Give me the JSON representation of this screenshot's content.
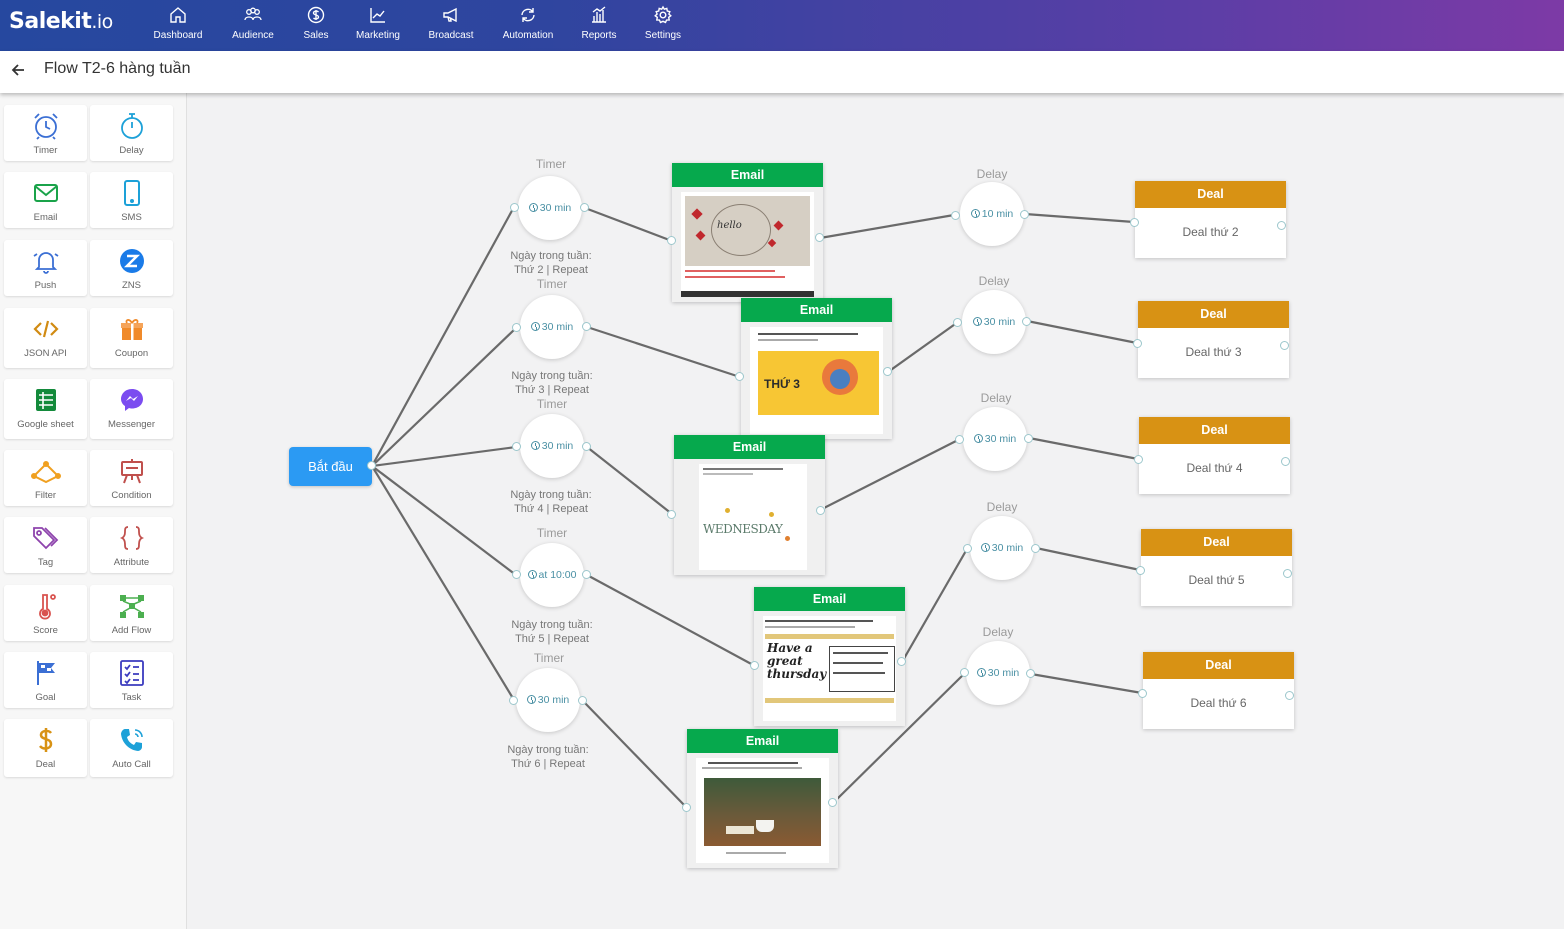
{
  "brand": {
    "name": "Salekit",
    "tld": ".io"
  },
  "nav": [
    {
      "label": "Dashboard",
      "icon": "home-icon"
    },
    {
      "label": "Audience",
      "icon": "users-icon"
    },
    {
      "label": "Sales",
      "icon": "dollar-icon"
    },
    {
      "label": "Marketing",
      "icon": "chart-line-icon"
    },
    {
      "label": "Broadcast",
      "icon": "megaphone-icon"
    },
    {
      "label": "Automation",
      "icon": "automation-icon"
    },
    {
      "label": "Reports",
      "icon": "bar-chart-icon"
    },
    {
      "label": "Settings",
      "icon": "gear-icon"
    }
  ],
  "header": {
    "title": "Flow T2-6 hàng tuần"
  },
  "sidebar": {
    "tools": [
      {
        "label": "Timer",
        "icon": "alarm-clock-icon",
        "color": "#3b6fd4"
      },
      {
        "label": "Delay",
        "icon": "stopwatch-icon",
        "color": "#1da1d8"
      },
      {
        "label": "Email",
        "icon": "envelope-icon",
        "color": "#1aa34a"
      },
      {
        "label": "SMS",
        "icon": "tablet-icon",
        "color": "#1da1d8"
      },
      {
        "label": "Push",
        "icon": "bell-icon",
        "color": "#3b6fd4"
      },
      {
        "label": "ZNS",
        "icon": "zalo-icon",
        "color": "#1a7be8"
      },
      {
        "label": "JSON API",
        "icon": "code-icon",
        "color": "#d18b12"
      },
      {
        "label": "Coupon",
        "icon": "gift-icon",
        "color": "#f08a2a"
      },
      {
        "label": "Google sheet",
        "icon": "sheet-icon",
        "color": "#138a3b"
      },
      {
        "label": "Messenger",
        "icon": "messenger-icon",
        "color": "#7b4cf0"
      },
      {
        "label": "Filter",
        "icon": "filter-icon",
        "color": "#f0a020"
      },
      {
        "label": "Condition",
        "icon": "easel-icon",
        "color": "#c0504d"
      },
      {
        "label": "Tag",
        "icon": "tag-icon",
        "color": "#8e44ad"
      },
      {
        "label": "Attribute",
        "icon": "braces-icon",
        "color": "#c0504d"
      },
      {
        "label": "Score",
        "icon": "thermometer-icon",
        "color": "#d9534f"
      },
      {
        "label": "Add Flow",
        "icon": "flow-icon",
        "color": "#4caf50"
      },
      {
        "label": "Goal",
        "icon": "flag-icon",
        "color": "#3b6fd4"
      },
      {
        "label": "Task",
        "icon": "checklist-icon",
        "color": "#3b3bbf"
      },
      {
        "label": "Deal",
        "icon": "dollar-sign-icon",
        "color": "#d89214"
      },
      {
        "label": "Auto Call",
        "icon": "phone-icon",
        "color": "#1da1d8"
      }
    ]
  },
  "canvas": {
    "start": {
      "label": "Bắt đầu"
    },
    "timers": [
      {
        "label": "Timer",
        "value": "30 min",
        "day": "Ngày trong tuần:",
        "repeat": "Thứ 2 | Repeat"
      },
      {
        "label": "Timer",
        "value": "30 min",
        "day": "Ngày trong tuần:",
        "repeat": "Thứ 3 | Repeat"
      },
      {
        "label": "Timer",
        "value": "30 min",
        "day": "Ngày trong tuần:",
        "repeat": "Thứ 4 | Repeat"
      },
      {
        "label": "Timer",
        "value": "at 10:00",
        "day": "Ngày trong tuần:",
        "repeat": "Thứ 5 | Repeat"
      },
      {
        "label": "Timer",
        "value": "30 min",
        "day": "Ngày trong tuần:",
        "repeat": "Thứ 6 | Repeat"
      }
    ],
    "emails": [
      {
        "label": "Email"
      },
      {
        "label": "Email",
        "thumb_text": "THỨ 3"
      },
      {
        "label": "Email",
        "thumb_text": "WEDNESDAY"
      },
      {
        "label": "Email",
        "thumb_text": "Have a great thursday"
      },
      {
        "label": "Email"
      }
    ],
    "delays": [
      {
        "label": "Delay",
        "value": "10 min"
      },
      {
        "label": "Delay",
        "value": "30 min"
      },
      {
        "label": "Delay",
        "value": "30 min"
      },
      {
        "label": "Delay",
        "value": "30 min"
      },
      {
        "label": "Delay",
        "value": "30 min"
      }
    ],
    "deals": [
      {
        "label": "Deal",
        "name": "Deal thứ 2"
      },
      {
        "label": "Deal",
        "name": "Deal thứ 3"
      },
      {
        "label": "Deal",
        "name": "Deal thứ 4"
      },
      {
        "label": "Deal",
        "name": "Deal thứ 5"
      },
      {
        "label": "Deal",
        "name": "Deal thứ 6"
      }
    ]
  }
}
